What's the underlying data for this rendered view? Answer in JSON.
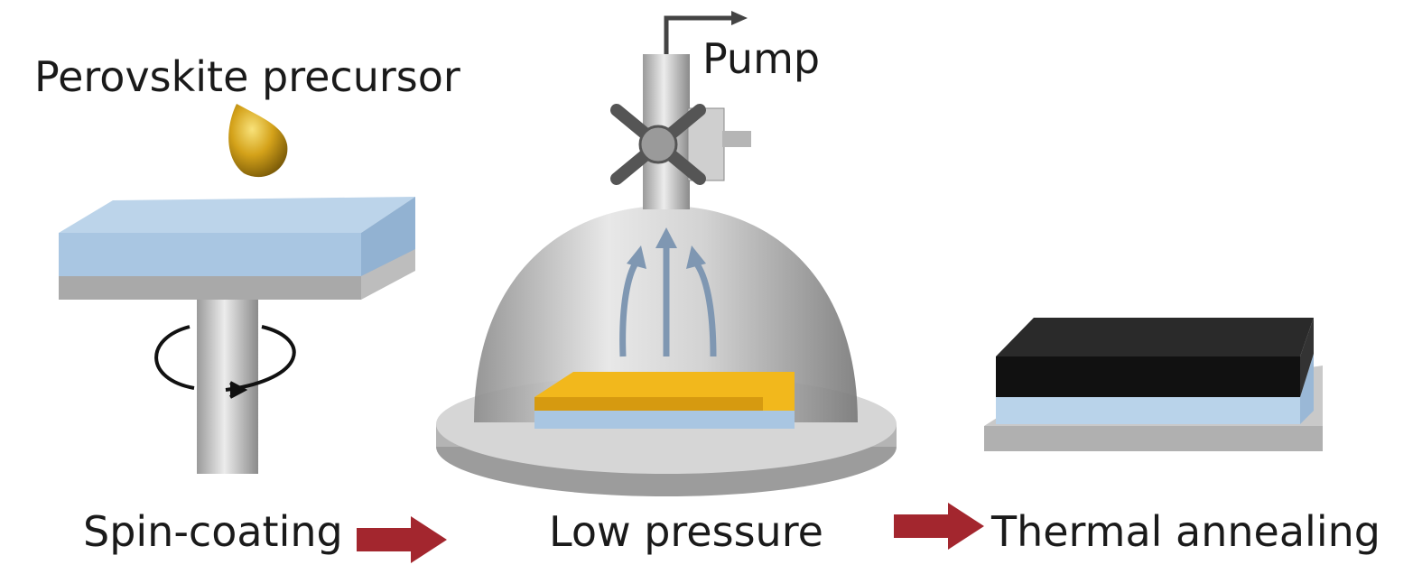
{
  "labels": {
    "precursor": "Perovskite precursor",
    "pump": "Pump",
    "step1": "Spin-coating",
    "step2": "Low pressure",
    "step3": "Thermal annealing"
  },
  "colors": {
    "arrow": "#a3262e",
    "substrate_blue": "#b9d3ea",
    "base_grey": "#c4c4c4",
    "perovskite_yellow": "#f2b81c",
    "annealed_black": "#1c1c1c",
    "flow_arrow": "#7f97b2"
  }
}
